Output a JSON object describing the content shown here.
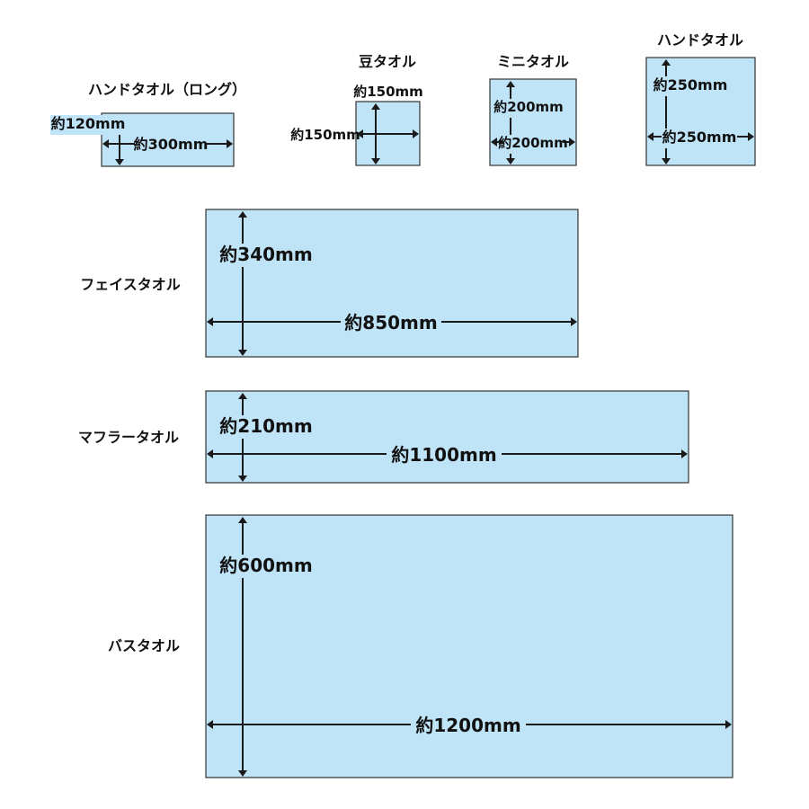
{
  "towels": [
    {
      "id": "hand-long",
      "name": "ハンドタオル（ロング）",
      "height_label": "約120mm",
      "width_label": "約300mm",
      "height_mm": 120,
      "width_mm": 300
    },
    {
      "id": "mame",
      "name": "豆タオル",
      "height_label": "約150mm",
      "width_label": "約150mm",
      "height_mm": 150,
      "width_mm": 150
    },
    {
      "id": "mini",
      "name": "ミニタオル",
      "height_label": "約200mm",
      "width_label": "約200mm",
      "height_mm": 200,
      "width_mm": 200
    },
    {
      "id": "hand",
      "name": "ハンドタオル",
      "height_label": "約250mm",
      "width_label": "約250mm",
      "height_mm": 250,
      "width_mm": 250
    },
    {
      "id": "face",
      "name": "フェイスタオル",
      "height_label": "約340mm",
      "width_label": "約850mm",
      "height_mm": 340,
      "width_mm": 850
    },
    {
      "id": "muffler",
      "name": "マフラータオル",
      "height_label": "約210mm",
      "width_label": "約1100mm",
      "height_mm": 210,
      "width_mm": 1100
    },
    {
      "id": "bath",
      "name": "バスタオル",
      "height_label": "約600mm",
      "width_label": "約1200mm",
      "height_mm": 600,
      "width_mm": 1200
    }
  ],
  "colors": {
    "towel_fill": "#bfe3f7",
    "towel_border": "#333333",
    "arrow": "#1a1a1a",
    "text": "#111111"
  }
}
